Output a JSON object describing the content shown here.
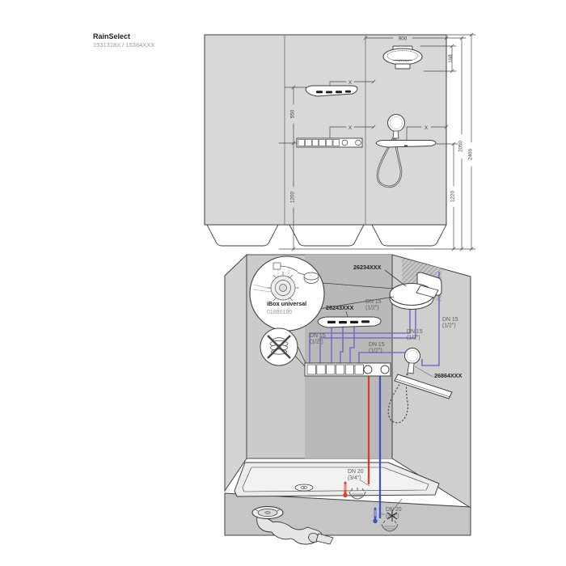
{
  "header": {
    "product_name": "RainSelect",
    "model_numbers": "1531318X / 15384XXX"
  },
  "installation_view": {
    "dim_width_overhead": "900",
    "dim_head_depth": "168",
    "dim_height_inner": "2050",
    "dim_height_total": "2400",
    "dim_height_shelf": "1220",
    "dim_head_spacing": "550",
    "dim_height_trim": "1200",
    "dim_variable_1": "X",
    "dim_variable_2": "X",
    "dim_variable_3": "X"
  },
  "plumbing_view": {
    "part_overhead_shower_round": "26234XXX",
    "part_overhead_shower_wide": "26243XXX",
    "part_shelf_handshower": "26864XXX",
    "ibox_label": "iBox universal",
    "ibox_part_number": "01800180",
    "dn15_label": "DN 15",
    "dn15_size": "(1/2\")",
    "dn20_label": "DN 20",
    "dn20_size": "(3/4\")"
  },
  "colors": {
    "pipe_purple": "#7c6dc9",
    "hot_red": "#e23b26",
    "cold_blue": "#3a53c4",
    "wall_gray": "#d8d8d8"
  }
}
